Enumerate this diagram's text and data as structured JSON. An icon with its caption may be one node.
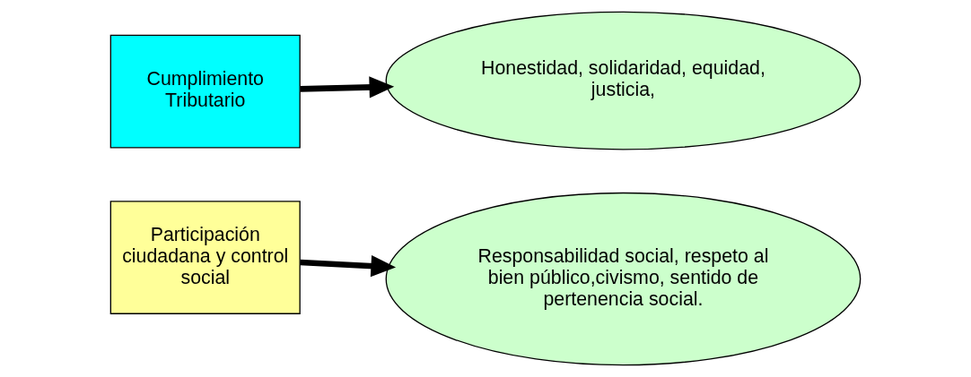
{
  "diagram": {
    "nodes": [
      {
        "text": [
          "Cumplimiento Tributario"
        ]
      },
      {
        "text": [
          "Honestidad, solidaridad, equidad, justicia,"
        ]
      },
      {
        "text": [
          "Participación ciudadana y control social"
        ]
      },
      {
        "text": [
          "Responsabilidad social, respeto al bien público,civismo, sentido de pertenencia social."
        ]
      }
    ],
    "edges": [
      {
        "from": 0,
        "to": 1,
        "arrow": "to"
      },
      {
        "from": 2,
        "to": 3,
        "arrow": "to"
      }
    ]
  }
}
